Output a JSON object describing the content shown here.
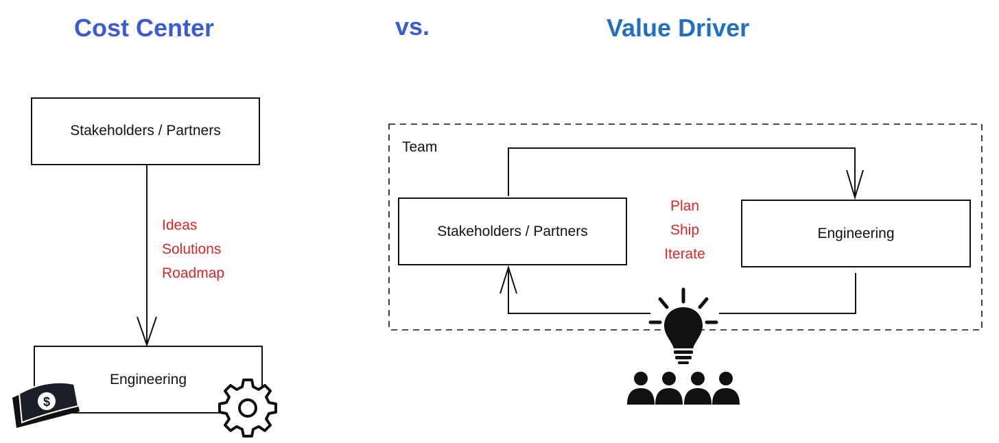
{
  "headings": {
    "left": "Cost Center",
    "middle": "vs.",
    "right": "Value Driver"
  },
  "colors": {
    "heading_left": "#3b5bd6",
    "heading_right": "#1f6fc4",
    "red": "#e02424",
    "ink": "#111111"
  },
  "left_diagram": {
    "top_box": "Stakeholders / Partners",
    "bottom_box": "Engineering",
    "arrow_labels": [
      "Ideas",
      "Solutions",
      "Roadmap"
    ],
    "icons": [
      "money-icon",
      "gear-icon"
    ]
  },
  "right_diagram": {
    "container_label": "Team",
    "left_box": "Stakeholders / Partners",
    "right_box": "Engineering",
    "loop_labels": [
      "Plan",
      "Ship",
      "Iterate"
    ],
    "icons": [
      "lightbulb-icon",
      "people-icon"
    ]
  }
}
